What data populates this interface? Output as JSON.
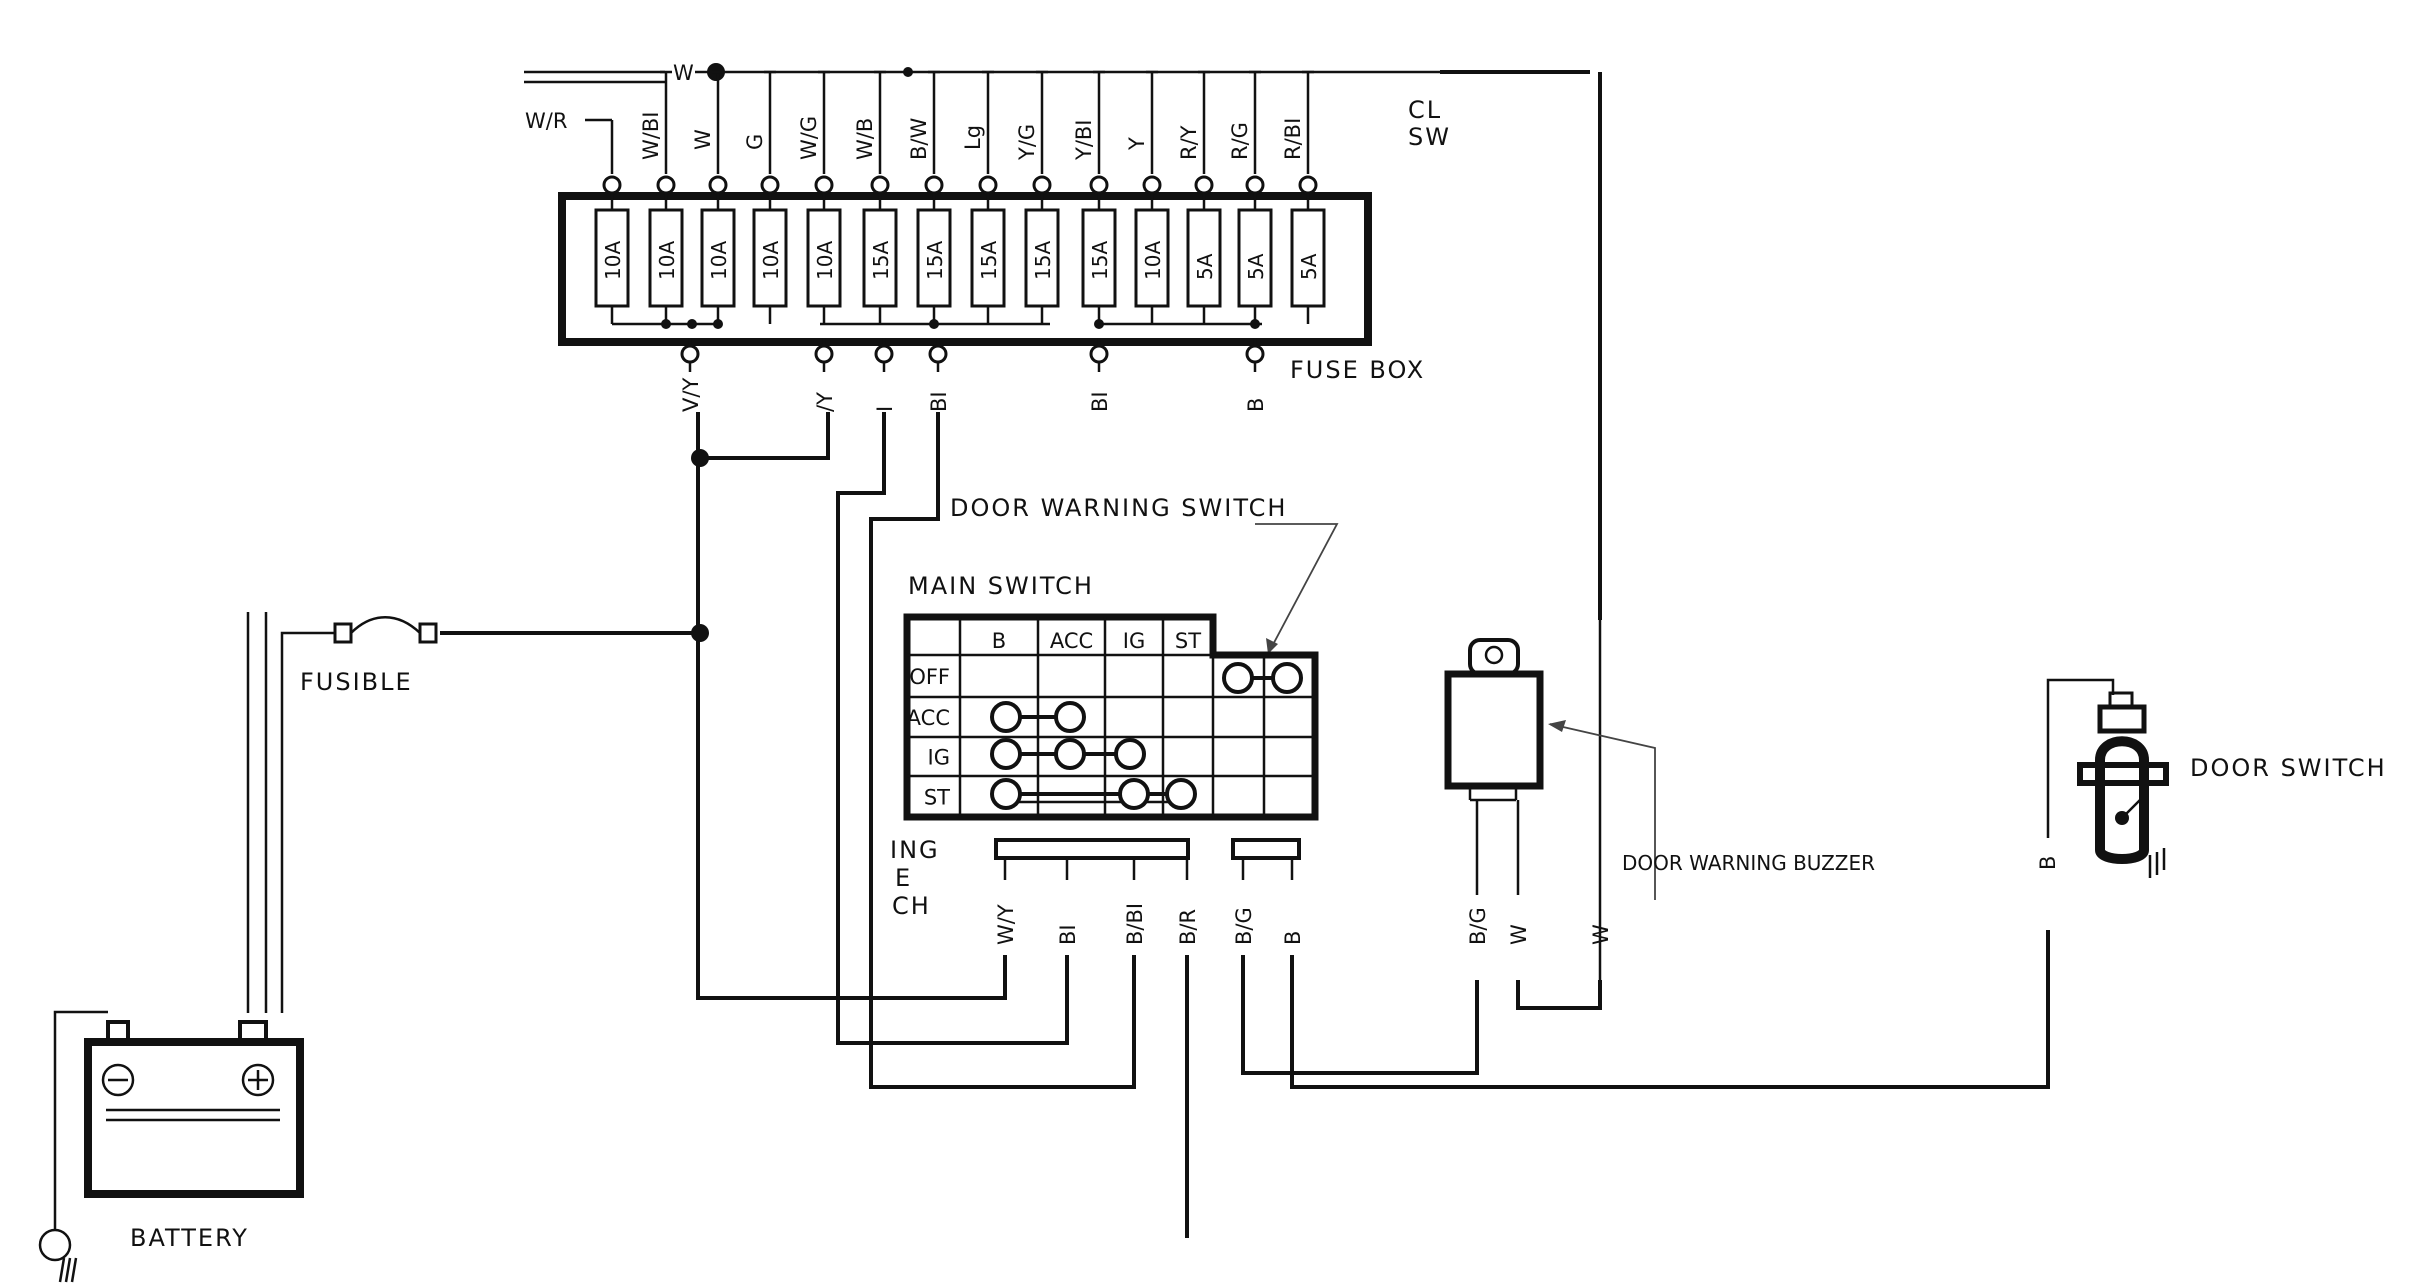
{
  "labels": {
    "fuse_box": "FUSE BOX",
    "main_switch": "MAIN SWITCH",
    "door_warning_switch": "DOOR WARNING SWITCH",
    "door_warning_buzzer": "DOOR WARNING BUZZER",
    "door_switch": "DOOR SWITCH",
    "fusible": "FUSIBLE",
    "battery": "BATTERY",
    "cl_sw_1": "CL",
    "cl_sw_2": "SW",
    "ign_1": "ING",
    "ign_2": "E",
    "ign_3": "CH",
    "top_w": "W"
  },
  "fuse_top_wires": [
    "W/R",
    "W/BI",
    "W",
    "G",
    "W/G",
    "W/B",
    "B/W",
    "Lg",
    "Y/G",
    "Y/BI",
    "Y",
    "R/Y",
    "R/G",
    "R/BI"
  ],
  "fuse_ratings": [
    "10A",
    "10A",
    "10A",
    "10A",
    "10A",
    "15A",
    "15A",
    "15A",
    "15A",
    "15A",
    "10A",
    "5A",
    "5A",
    "5A"
  ],
  "fuse_bottom_wires": [
    "V/Y",
    "/Y",
    "I",
    "BI",
    "BI",
    "B"
  ],
  "switch_columns": [
    "B",
    "ACC",
    "IG",
    "ST"
  ],
  "switch_rows": [
    "OFF",
    "ACC",
    "IG",
    "ST"
  ],
  "switch_wires": [
    "W/Y",
    "BI",
    "B/BI",
    "B/R",
    "B/G",
    "B"
  ],
  "buzzer_wires": [
    "B/G",
    "W",
    "W"
  ],
  "door_switch_wire": "B"
}
